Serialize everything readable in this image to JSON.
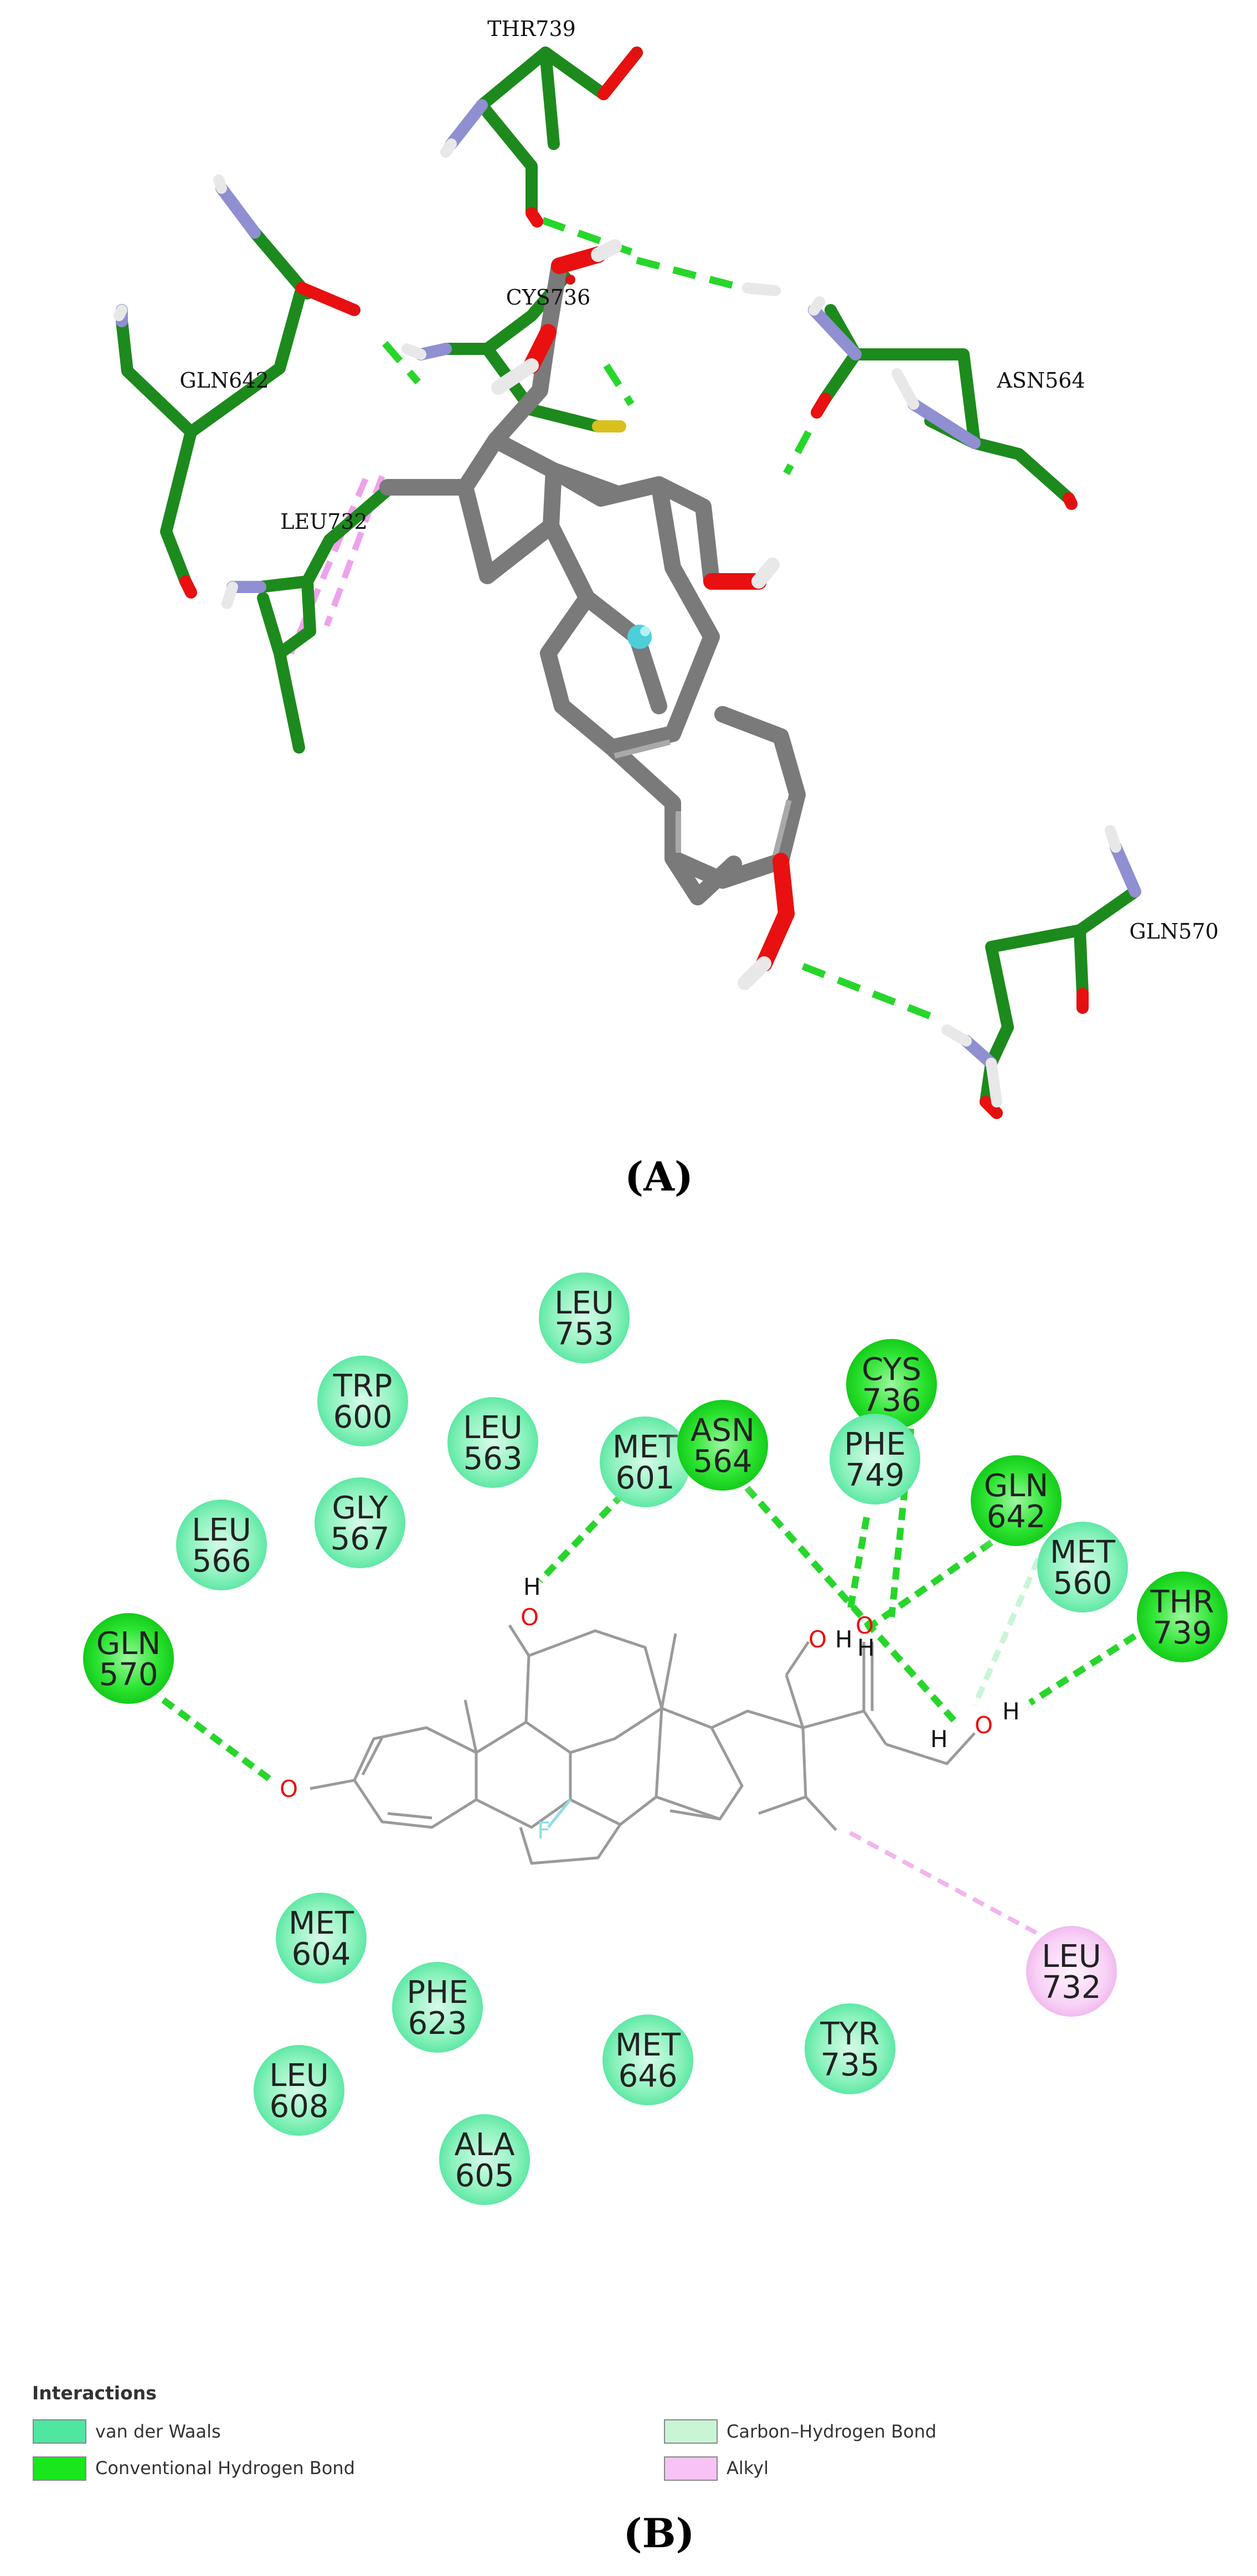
{
  "panelA": {
    "label": "(A)",
    "residues": [
      {
        "id": "thr739",
        "text": "THR739"
      },
      {
        "id": "cys736",
        "text": "CYS736"
      },
      {
        "id": "gln642",
        "text": "GLN642"
      },
      {
        "id": "asn564",
        "text": "ASN564"
      },
      {
        "id": "leu732",
        "text": "LEU732"
      },
      {
        "id": "gln570",
        "text": "GLN570"
      }
    ]
  },
  "panelB": {
    "label": "(B)",
    "residues": [
      {
        "id": "leu753",
        "name": "LEU",
        "num": "753",
        "kind": "vdw"
      },
      {
        "id": "trp600",
        "name": "TRP",
        "num": "600",
        "kind": "vdw"
      },
      {
        "id": "leu563",
        "name": "LEU",
        "num": "563",
        "kind": "vdw"
      },
      {
        "id": "met601",
        "name": "MET",
        "num": "601",
        "kind": "vdw"
      },
      {
        "id": "asn564",
        "name": "ASN",
        "num": "564",
        "kind": "hbond"
      },
      {
        "id": "cys736",
        "name": "CYS",
        "num": "736",
        "kind": "hbond"
      },
      {
        "id": "phe749",
        "name": "PHE",
        "num": "749",
        "kind": "vdw"
      },
      {
        "id": "gln642",
        "name": "GLN",
        "num": "642",
        "kind": "hbond"
      },
      {
        "id": "met560",
        "name": "MET",
        "num": "560",
        "kind": "vdw"
      },
      {
        "id": "thr739",
        "name": "THR",
        "num": "739",
        "kind": "hbond"
      },
      {
        "id": "leu566",
        "name": "LEU",
        "num": "566",
        "kind": "vdw"
      },
      {
        "id": "gly567",
        "name": "GLY",
        "num": "567",
        "kind": "vdw"
      },
      {
        "id": "gln570",
        "name": "GLN",
        "num": "570",
        "kind": "hbond"
      },
      {
        "id": "met604",
        "name": "MET",
        "num": "604",
        "kind": "vdw"
      },
      {
        "id": "phe623",
        "name": "PHE",
        "num": "623",
        "kind": "vdw"
      },
      {
        "id": "leu608",
        "name": "LEU",
        "num": "608",
        "kind": "vdw"
      },
      {
        "id": "met646",
        "name": "MET",
        "num": "646",
        "kind": "vdw"
      },
      {
        "id": "tyr735",
        "name": "TYR",
        "num": "735",
        "kind": "vdw"
      },
      {
        "id": "ala605",
        "name": "ALA",
        "num": "605",
        "kind": "vdw"
      },
      {
        "id": "leu732",
        "name": "LEU",
        "num": "732",
        "kind": "alkyl"
      }
    ],
    "atoms": {
      "h": "H",
      "o": "O",
      "f": "F"
    }
  },
  "legend": {
    "title": "Interactions",
    "items": [
      {
        "id": "vdw",
        "label": "van der Waals",
        "color": "#4ee6a0"
      },
      {
        "id": "hbond",
        "label": "Conventional Hydrogen Bond",
        "color": "#19e61d"
      },
      {
        "id": "ch",
        "label": "Carbon–Hydrogen Bond",
        "color": "#c9f5d7"
      },
      {
        "id": "alkyl",
        "label": "Alkyl",
        "color": "#f6c3f4"
      }
    ]
  },
  "colors": {
    "carbon": "#7a7a7a",
    "oxygen": "#e81010",
    "nitrogen": "#8f8fd1",
    "hydrogen": "#e8e8e8",
    "residue_carbon": "#1d8a1d",
    "hbond": "#27d62a",
    "alkyl": "#f2a9ef",
    "fluorine": "#4ccfd9",
    "sulfur": "#d8c01d"
  }
}
